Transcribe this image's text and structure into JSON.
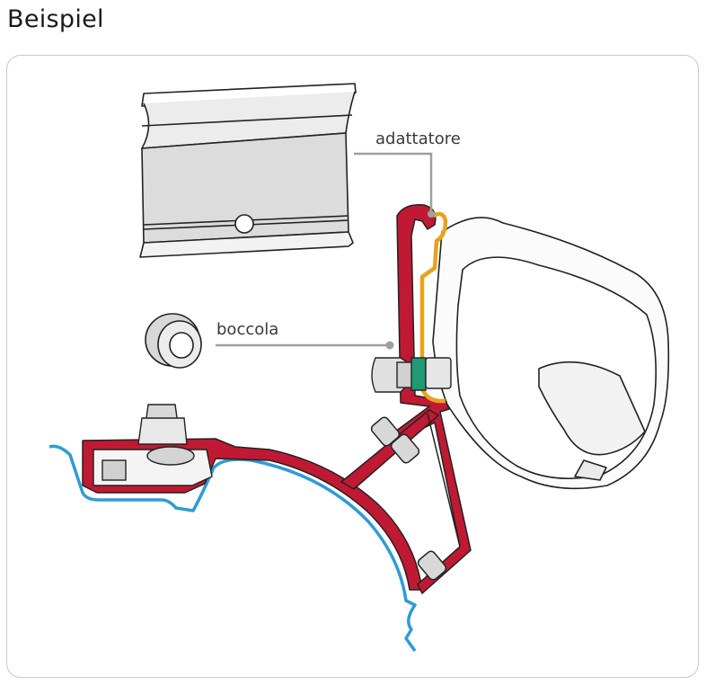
{
  "title": "Beispiel",
  "labels": {
    "adapter": "adattatore",
    "bushing": "boccola"
  },
  "colors": {
    "bracket": "#c01933",
    "roof": "#2f9bd6",
    "adapter": "#e8a21d",
    "spacer": "#1f9a74",
    "callout_line": "#9aa39d",
    "outline": "#222222"
  }
}
